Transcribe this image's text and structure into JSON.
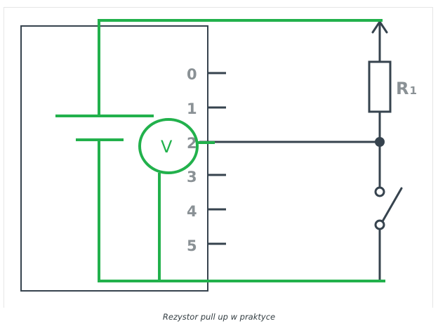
{
  "diagram": {
    "pins": [
      "0",
      "1",
      "2",
      "3",
      "4",
      "5"
    ],
    "resistor_label": "R",
    "resistor_subscript": "1",
    "voltmeter_label": "V"
  },
  "caption": "Rezystor pull up w praktyce",
  "colors": {
    "wire_green": "#22b14c",
    "wire_dark": "#36434e",
    "label_gray": "#8a9195"
  }
}
